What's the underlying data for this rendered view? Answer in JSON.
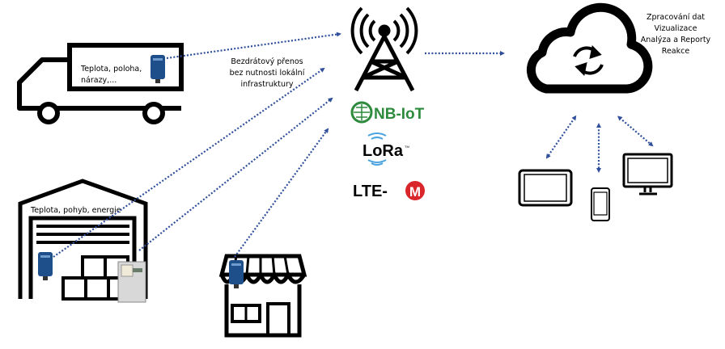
{
  "truck": {
    "caption_line1": "Teplota, poloha,",
    "caption_line2": "nárazy,..."
  },
  "warehouse": {
    "caption": "Teplota, pohyb, energie"
  },
  "wireless_note": {
    "line1": "Bezdrátový přenos",
    "line2": "bez nutnosti lokální",
    "line3": "infrastruktury"
  },
  "technologies": {
    "nbiot": "NB-IoT",
    "lora": "LoRa",
    "lora_tm": "TM",
    "ltem_prefix": "LTE-",
    "ltem_badge": "M"
  },
  "cloud_functions": [
    "Zpracování dat",
    "Vizualizace",
    "Analýza a Reporty",
    "Reakce"
  ],
  "colors": {
    "connector": "#2f4f9a",
    "nbiot": "#2e8b3e",
    "lora_waves": "#4aa3df",
    "ltem": "#d9262b",
    "sensor": "#1f4f8a"
  }
}
